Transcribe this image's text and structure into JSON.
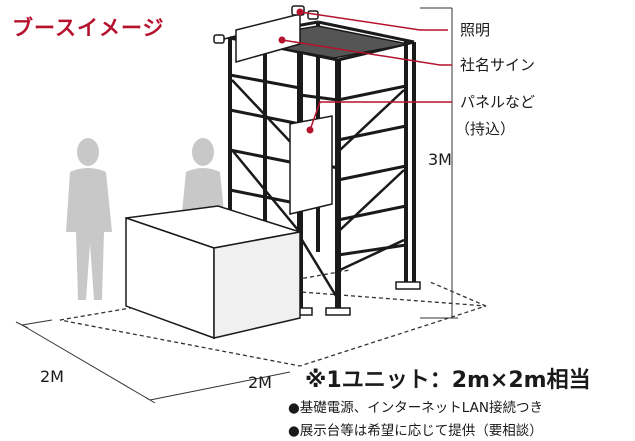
{
  "title": "ブースイメージ",
  "labels": {
    "lighting": "照明",
    "company_sign": "社名サイン",
    "panel_1": "パネルなど",
    "panel_2": "（持込）"
  },
  "dimensions": {
    "height": "3M",
    "depth": "2M",
    "width": "2M"
  },
  "unit_note": "※1ユニット：2m×2m相当",
  "notes": [
    "●基礎電源、インターネットLAN接続つき",
    "●展示台等は希望に応じて提供（要相談）"
  ],
  "colors": {
    "accent": "#b5122e",
    "line": "#1a1a1a",
    "figure": "#c8c8c8",
    "sign": "#555555"
  }
}
